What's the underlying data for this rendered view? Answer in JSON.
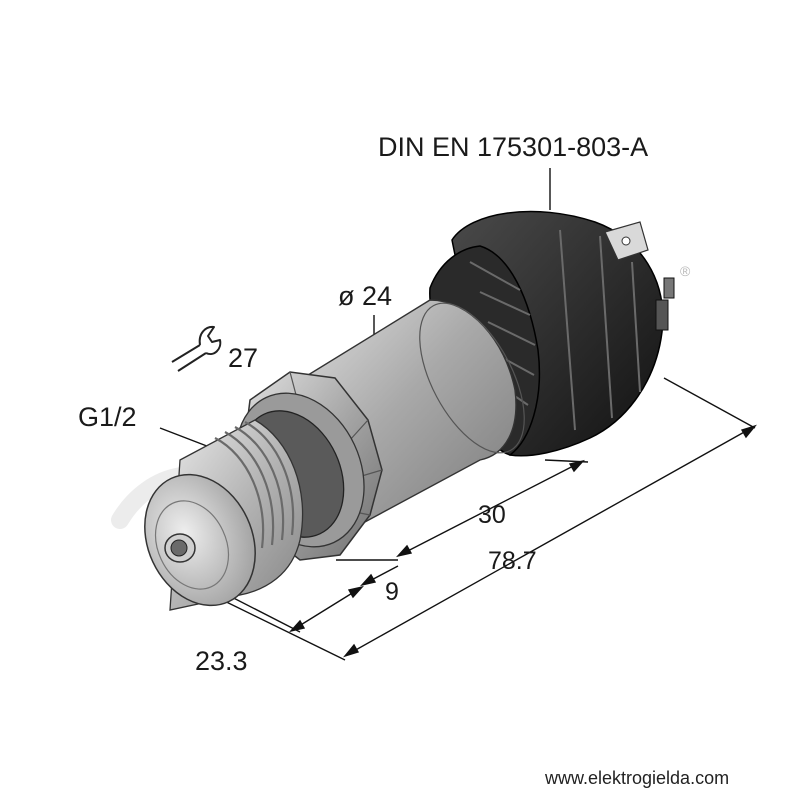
{
  "drawing": {
    "connector_standard": "DIN EN 175301-803-A",
    "diameter_label": "ø 24",
    "wrench_size": "27",
    "thread_label": "G1/2",
    "dim_connector": "30",
    "dim_total": "78.7",
    "dim_hex": "9",
    "dim_thread": "23.3"
  },
  "footer": {
    "website": "www.elektrogielda.com",
    "registered_mark": "®"
  }
}
